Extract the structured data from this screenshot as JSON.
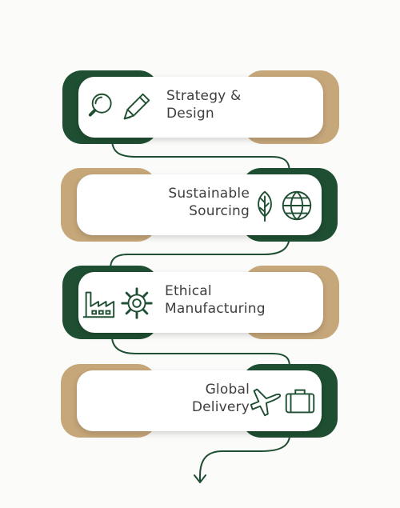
{
  "steps": [
    {
      "id": "strategy-design",
      "label_line1": "Strategy &",
      "label_line2": "Design",
      "icons": [
        "magnifier-icon",
        "pencil-icon"
      ]
    },
    {
      "id": "sustainable-sourcing",
      "label_line1": "Sustainable",
      "label_line2": "Sourcing",
      "icons": [
        "leaf-icon",
        "globe-icon"
      ]
    },
    {
      "id": "ethical-manufacturing",
      "label_line1": "Ethical",
      "label_line2": "Manufacturing",
      "icons": [
        "factory-icon",
        "gear-icon"
      ]
    },
    {
      "id": "global-delivery",
      "label_line1": "Global",
      "label_line2": "Delivery",
      "icons": [
        "airplane-icon",
        "suitcase-icon"
      ]
    }
  ],
  "colors": {
    "green": "#1f4f32",
    "gold": "#c6a77a",
    "card": "#ffffff",
    "text": "#3e3e3e"
  }
}
